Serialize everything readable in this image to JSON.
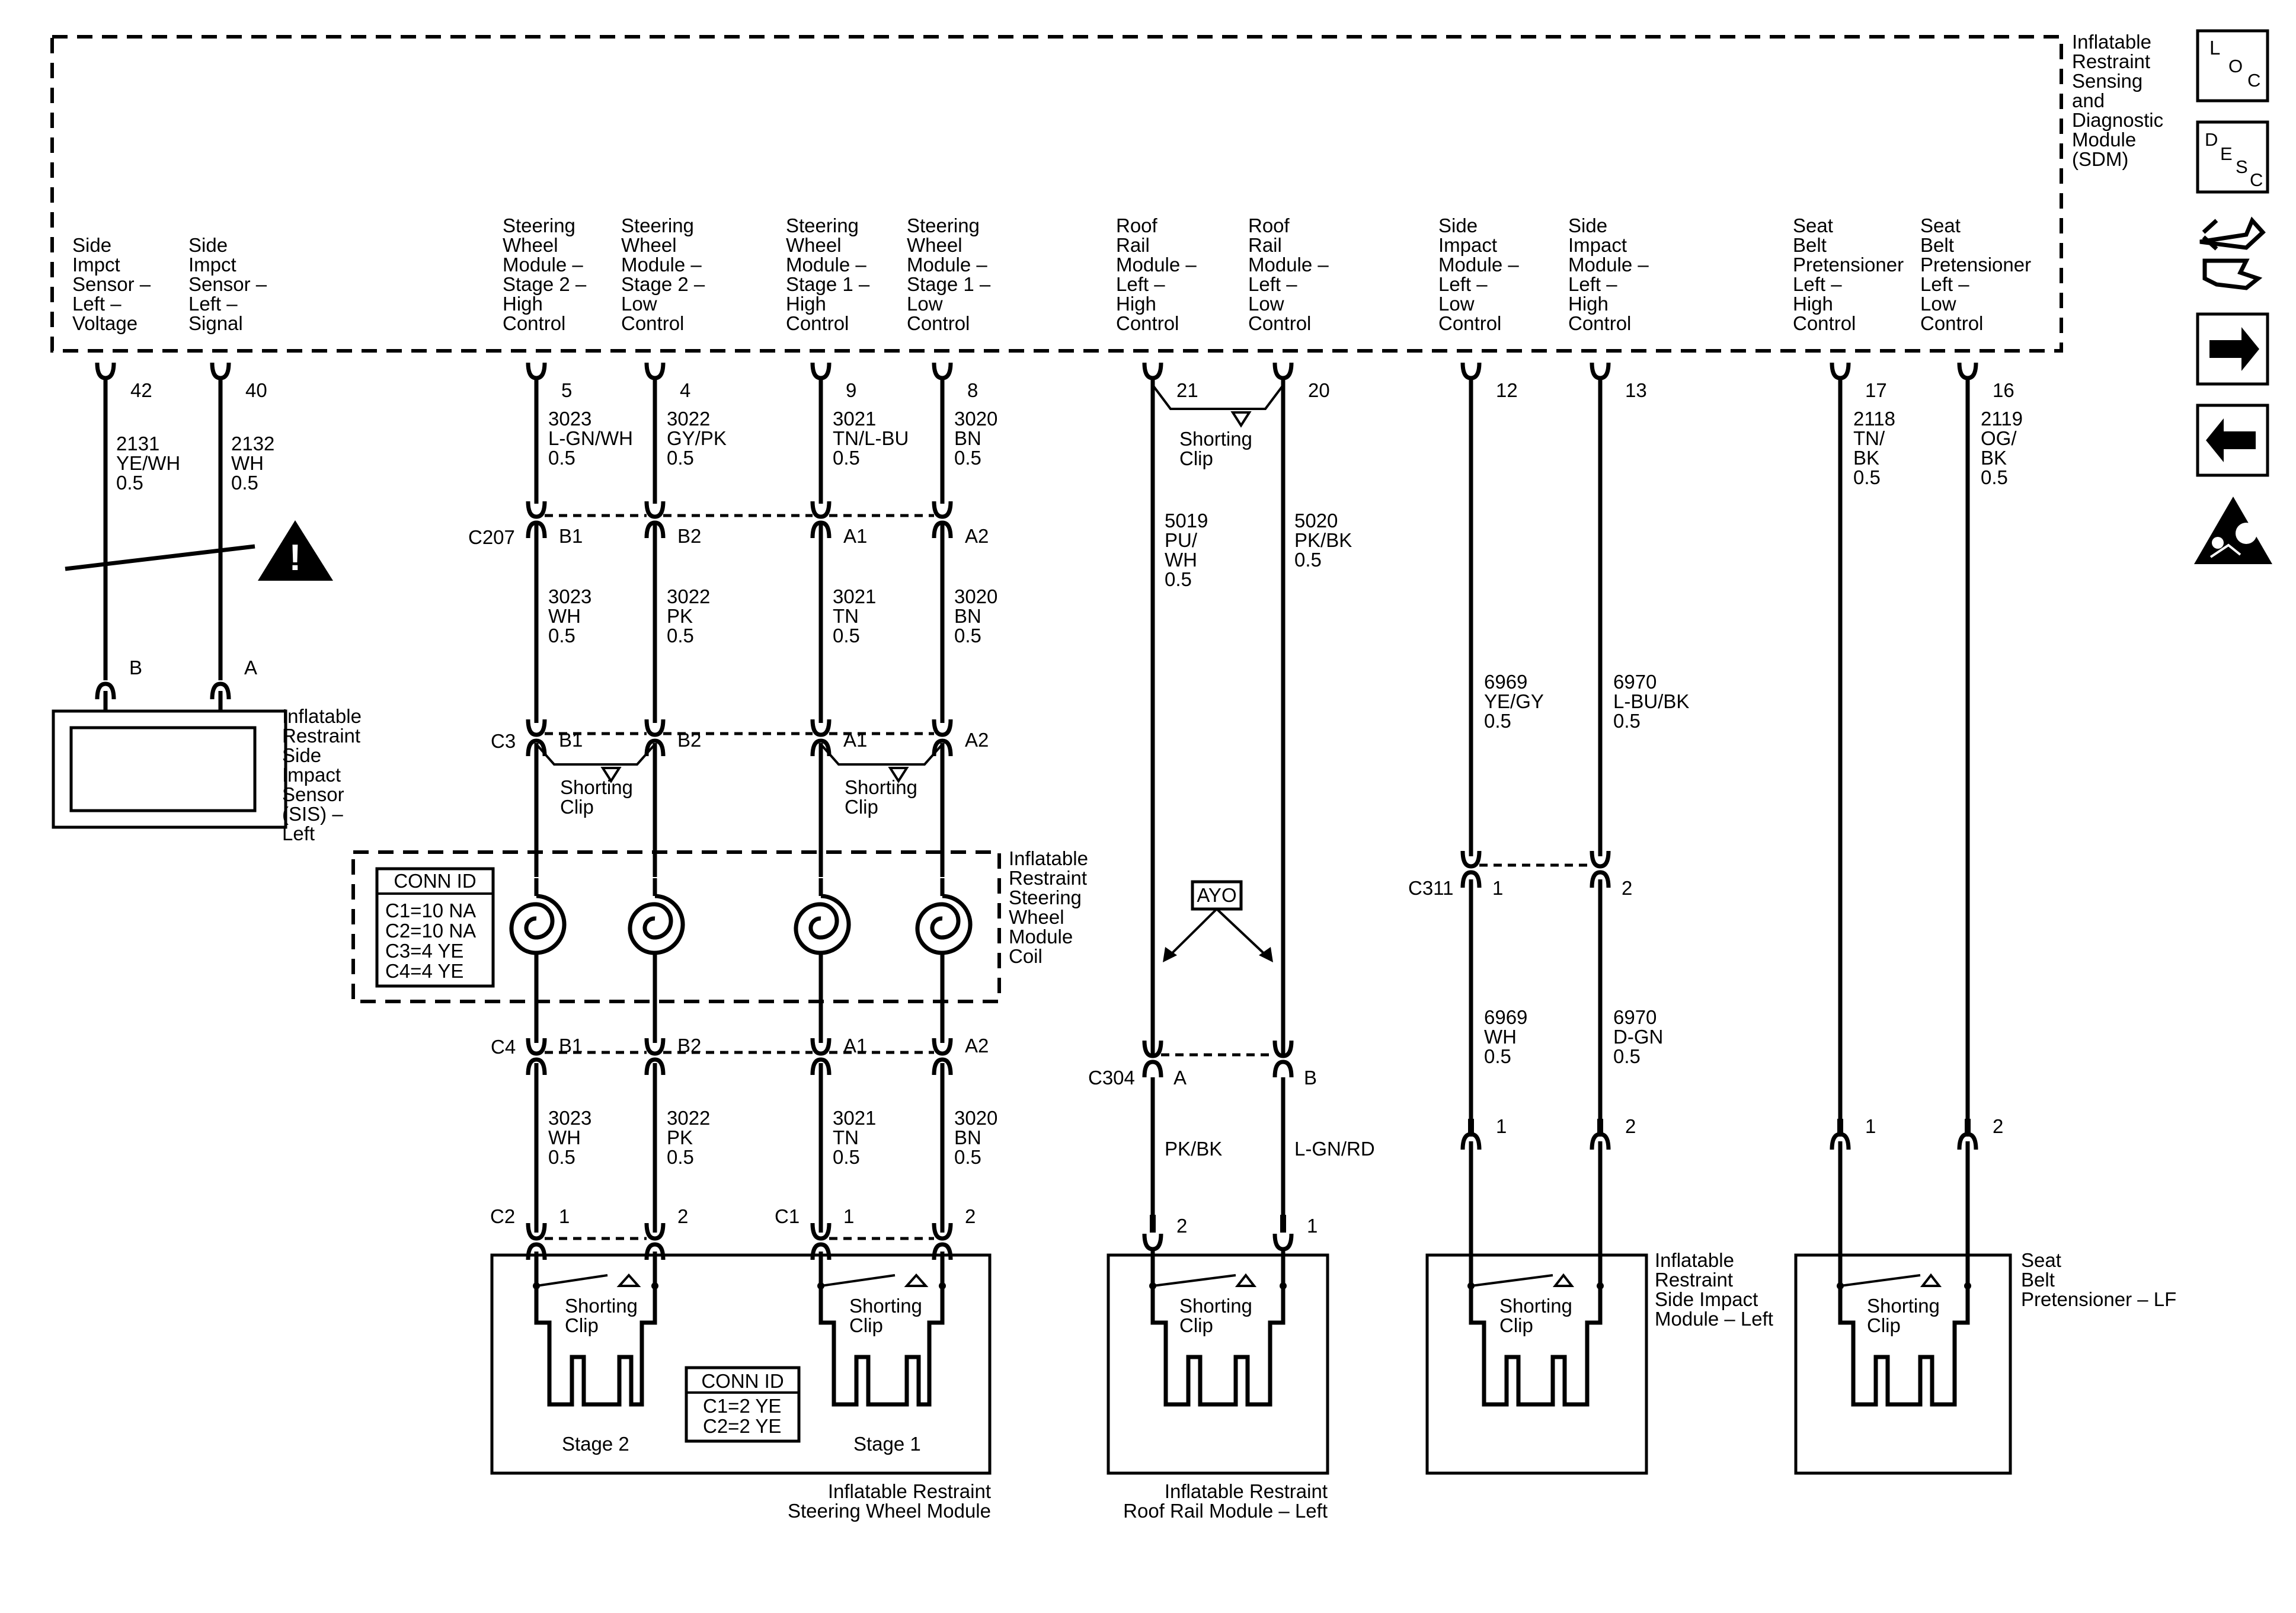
{
  "sdm": {
    "title": [
      "Inflatable",
      "Restraint",
      "Sensing",
      "and",
      "Diagnostic",
      "Module",
      "(SDM)"
    ],
    "pins": [
      {
        "label": [
          "Side",
          "Impct",
          "Sensor –",
          "Left –",
          "Voltage"
        ],
        "pin": "42"
      },
      {
        "label": [
          "Side",
          "Impct",
          "Sensor –",
          "Left –",
          "Signal"
        ],
        "pin": "40"
      },
      {
        "label": [
          "Steering",
          "Wheel",
          "Module –",
          "Stage 2 –",
          "High",
          "Control"
        ],
        "pin": "5"
      },
      {
        "label": [
          "Steering",
          "Wheel",
          "Module –",
          "Stage 2 –",
          "Low",
          "Control"
        ],
        "pin": "4"
      },
      {
        "label": [
          "Steering",
          "Wheel",
          "Module –",
          "Stage 1 –",
          "High",
          "Control"
        ],
        "pin": "9"
      },
      {
        "label": [
          "Steering",
          "Wheel",
          "Module –",
          "Stage 1 –",
          "Low",
          "Control"
        ],
        "pin": "8"
      },
      {
        "label": [
          "Roof",
          "Rail",
          "Module –",
          "Left –",
          "High",
          "Control"
        ],
        "pin": "21"
      },
      {
        "label": [
          "Roof",
          "Rail",
          "Module –",
          "Left –",
          "Low",
          "Control"
        ],
        "pin": "20"
      },
      {
        "label": [
          "Side",
          "Impact",
          "Module –",
          "Left –",
          "Low",
          "Control"
        ],
        "pin": "12"
      },
      {
        "label": [
          "Side",
          "Impact",
          "Module –",
          "Left –",
          "High",
          "Control"
        ],
        "pin": "13"
      },
      {
        "label": [
          "Seat",
          "Belt",
          "Pretensioner",
          "Left –",
          "High",
          "Control"
        ],
        "pin": "17"
      },
      {
        "label": [
          "Seat",
          "Belt",
          "Pretensioner",
          "Left –",
          "Low",
          "Control"
        ],
        "pin": "16"
      }
    ]
  },
  "wires": {
    "sis": [
      [
        "2131",
        "YE/WH",
        "0.5"
      ],
      [
        "2132",
        "WH",
        "0.5"
      ]
    ],
    "sw_top": [
      [
        "3023",
        "L-GN/WH",
        "0.5"
      ],
      [
        "3022",
        "GY/PK",
        "0.5"
      ],
      [
        "3021",
        "TN/L-BU",
        "0.5"
      ],
      [
        "3020",
        "BN",
        "0.5"
      ]
    ],
    "sw_mid": [
      [
        "3023",
        "WH",
        "0.5"
      ],
      [
        "3022",
        "PK",
        "0.5"
      ],
      [
        "3021",
        "TN",
        "0.5"
      ],
      [
        "3020",
        "BN",
        "0.5"
      ]
    ],
    "sw_bot": [
      [
        "3023",
        "WH",
        "0.5"
      ],
      [
        "3022",
        "PK",
        "0.5"
      ],
      [
        "3021",
        "TN",
        "0.5"
      ],
      [
        "3020",
        "BN",
        "0.5"
      ]
    ],
    "roof_top": [
      [
        "5019",
        "PU/",
        "WH",
        "0.5"
      ],
      [
        "5020",
        "PK/BK",
        "0.5"
      ]
    ],
    "roof_bot": [
      "PK/BK",
      "L-GN/RD"
    ],
    "side_top": [
      [
        "6969",
        "YE/GY",
        "0.5"
      ],
      [
        "6970",
        "L-BU/BK",
        "0.5"
      ]
    ],
    "side_bot": [
      [
        "6969",
        "WH",
        "0.5"
      ],
      [
        "6970",
        "D-GN",
        "0.5"
      ]
    ],
    "seat": [
      [
        "2118",
        "TN/",
        "BK",
        "0.5"
      ],
      [
        "2119",
        "OG/",
        "BK",
        "0.5"
      ]
    ]
  },
  "connectors": {
    "C207": {
      "name": "C207",
      "pins": [
        "B1",
        "B2",
        "A1",
        "A2"
      ]
    },
    "C3": {
      "name": "C3",
      "pins": [
        "B1",
        "B2",
        "A1",
        "A2"
      ]
    },
    "C4": {
      "name": "C4",
      "pins": [
        "B1",
        "B2",
        "A1",
        "A2"
      ]
    },
    "C2": {
      "name": "C2",
      "pins": [
        "1",
        "2"
      ]
    },
    "C1": {
      "name": "C1",
      "pins": [
        "1",
        "2"
      ]
    },
    "C311": {
      "name": "C311",
      "pins": [
        "1",
        "2"
      ]
    },
    "C304": {
      "name": "C304",
      "pins": [
        "A",
        "B"
      ]
    },
    "sis_pins": [
      "B",
      "A"
    ],
    "roof_pins": [
      "2",
      "1"
    ],
    "side_pins": [
      "1",
      "2"
    ],
    "seat_pins": [
      "1",
      "2"
    ],
    "side_mod_pins": [
      "1",
      "2"
    ],
    "seat_mod_pins": [
      "1",
      "2"
    ]
  },
  "shorting_clip": [
    "Shorting",
    "Clip"
  ],
  "coil_conn_id": {
    "title": "CONN ID",
    "rows": [
      "C1=10 NA",
      "C2=10 NA",
      "C3=4 YE",
      "C4=4 YE"
    ]
  },
  "sw_conn_id": {
    "title": "CONN ID",
    "rows": [
      "C1=2 YE",
      "C2=2 YE"
    ]
  },
  "components": {
    "sis": [
      "Inflatable",
      "Restraint",
      "Side",
      "Impact",
      "Sensor",
      "(SIS) –",
      "Left"
    ],
    "coil": [
      "Inflatable",
      "Restraint",
      "Steering",
      "Wheel",
      "Module",
      "Coil"
    ],
    "sw_module": [
      "Inflatable Restraint",
      "Steering Wheel Module"
    ],
    "roof_module": [
      "Inflatable Restraint",
      "Roof Rail Module – Left"
    ],
    "side_module": [
      "Inflatable",
      "Restraint",
      "Side Impact",
      "Module – Left"
    ],
    "seat_module": [
      "Seat",
      "Belt",
      "Pretensioner – LF"
    ],
    "stage2": "Stage 2",
    "stage1": "Stage 1",
    "ayo": "AYO"
  },
  "side_icons": [
    {
      "name": "loc-icon",
      "letters": [
        "L",
        "O",
        "C"
      ]
    },
    {
      "name": "desc-icon",
      "letters": [
        "D",
        "E",
        "S",
        "C"
      ]
    },
    {
      "name": "wrench-route-icon"
    },
    {
      "name": "arrow-right-icon"
    },
    {
      "name": "arrow-left-icon"
    },
    {
      "name": "airbag-warning-icon"
    }
  ]
}
